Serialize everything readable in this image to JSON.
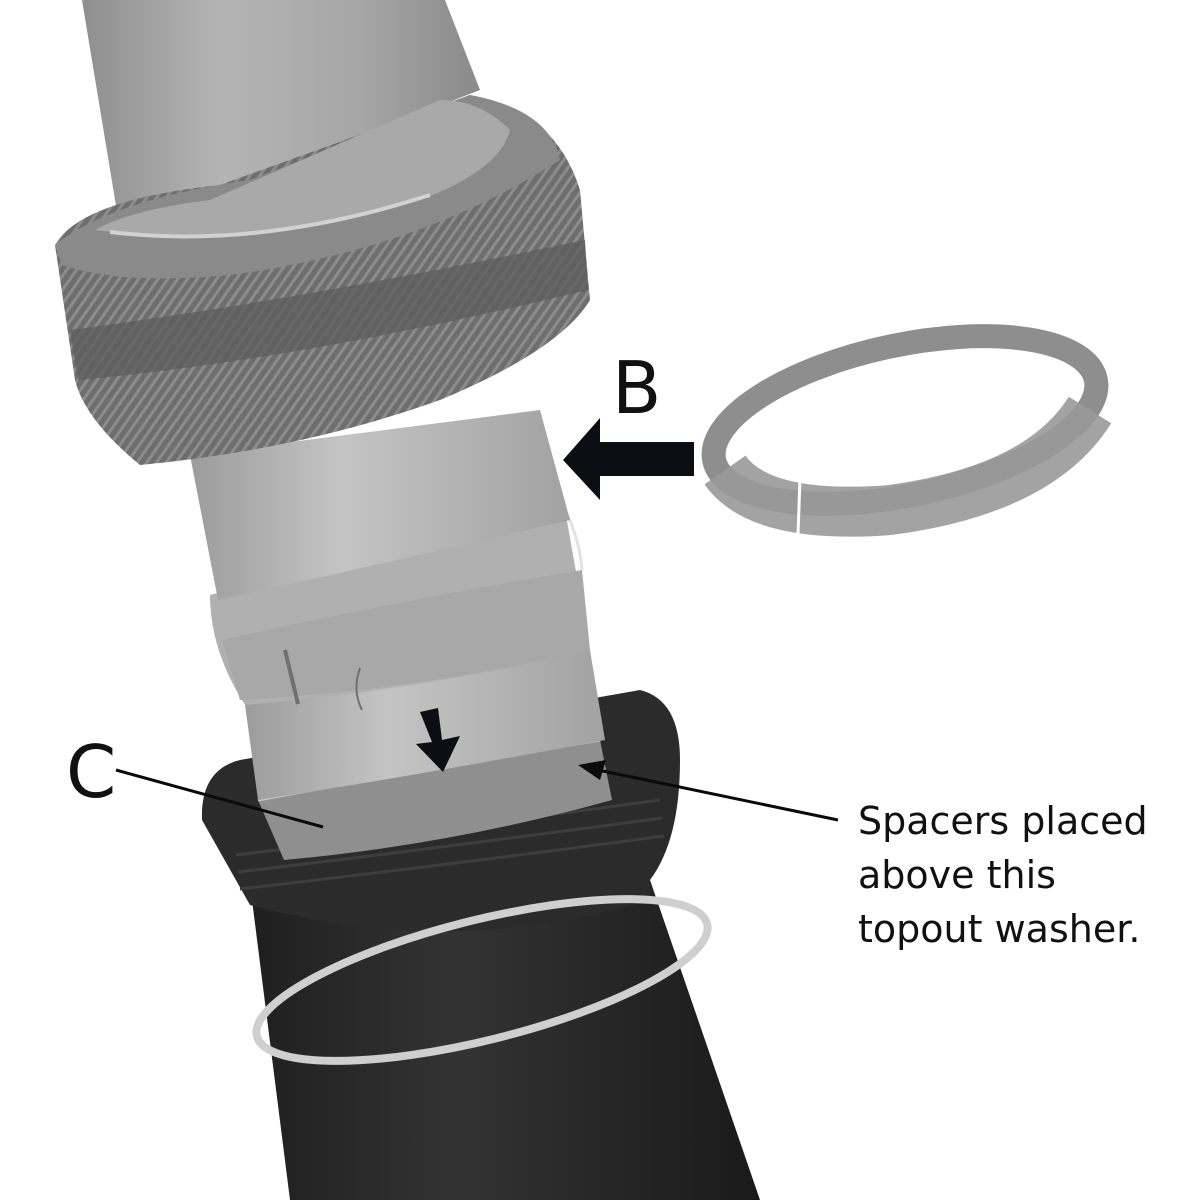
{
  "diagram": {
    "type": "exploded-assembly-illustration",
    "subject": "suspension fork / shock shaft with collar, split spacer ring and topout washer",
    "colors": {
      "background": "#ffffff",
      "upper_shaft": "#a4a4a4",
      "shaft_highlight": "#c2c2c2",
      "collar": "#6b6b6b",
      "collar_dark": "#555555",
      "lower_tube": "#2a2a2a",
      "lower_tube_edge": "#1c1c1c",
      "spacer_ring": "#9a9a9a",
      "topout_washer": "#8e8e8e",
      "o_ring": "#c9c9c9",
      "arrow": "#0d0d14",
      "leader_line": "#0a0a0a",
      "text": "#111111"
    }
  },
  "labels": {
    "b": "B",
    "c": "C"
  },
  "callout": {
    "lines": [
      "Spacers placed",
      "above this",
      "topout washer."
    ]
  },
  "parts": [
    {
      "id": "upper-shaft",
      "name": "Upper shaft"
    },
    {
      "id": "knurled-collar",
      "name": "Knurled collar"
    },
    {
      "id": "split-spacer-ring-loose",
      "name": "Split spacer ring (B)"
    },
    {
      "id": "split-spacer-ring-installed",
      "name": "Split spacer ring installed"
    },
    {
      "id": "topout-washer",
      "name": "Topout washer (C)"
    },
    {
      "id": "lower-tube",
      "name": "Lower tube"
    },
    {
      "id": "o-ring",
      "name": "O-ring"
    }
  ]
}
